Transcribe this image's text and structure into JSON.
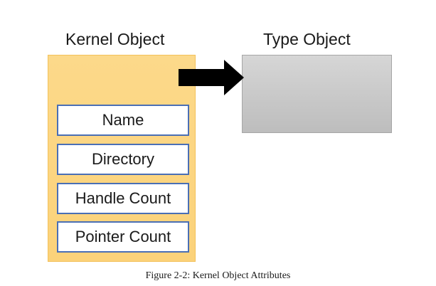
{
  "diagram": {
    "kernel_object": {
      "title": "Kernel Object",
      "fields": [
        "Name",
        "Directory",
        "Handle Count",
        "Pointer Count"
      ]
    },
    "type_object": {
      "title": "Type Object"
    },
    "caption": "Figure 2-2: Kernel Object Attributes"
  },
  "colors": {
    "kernel_fill": "#fbd27a",
    "field_border": "#4a6fb5",
    "type_fill": "#c8c8c8",
    "arrow": "#000000"
  }
}
